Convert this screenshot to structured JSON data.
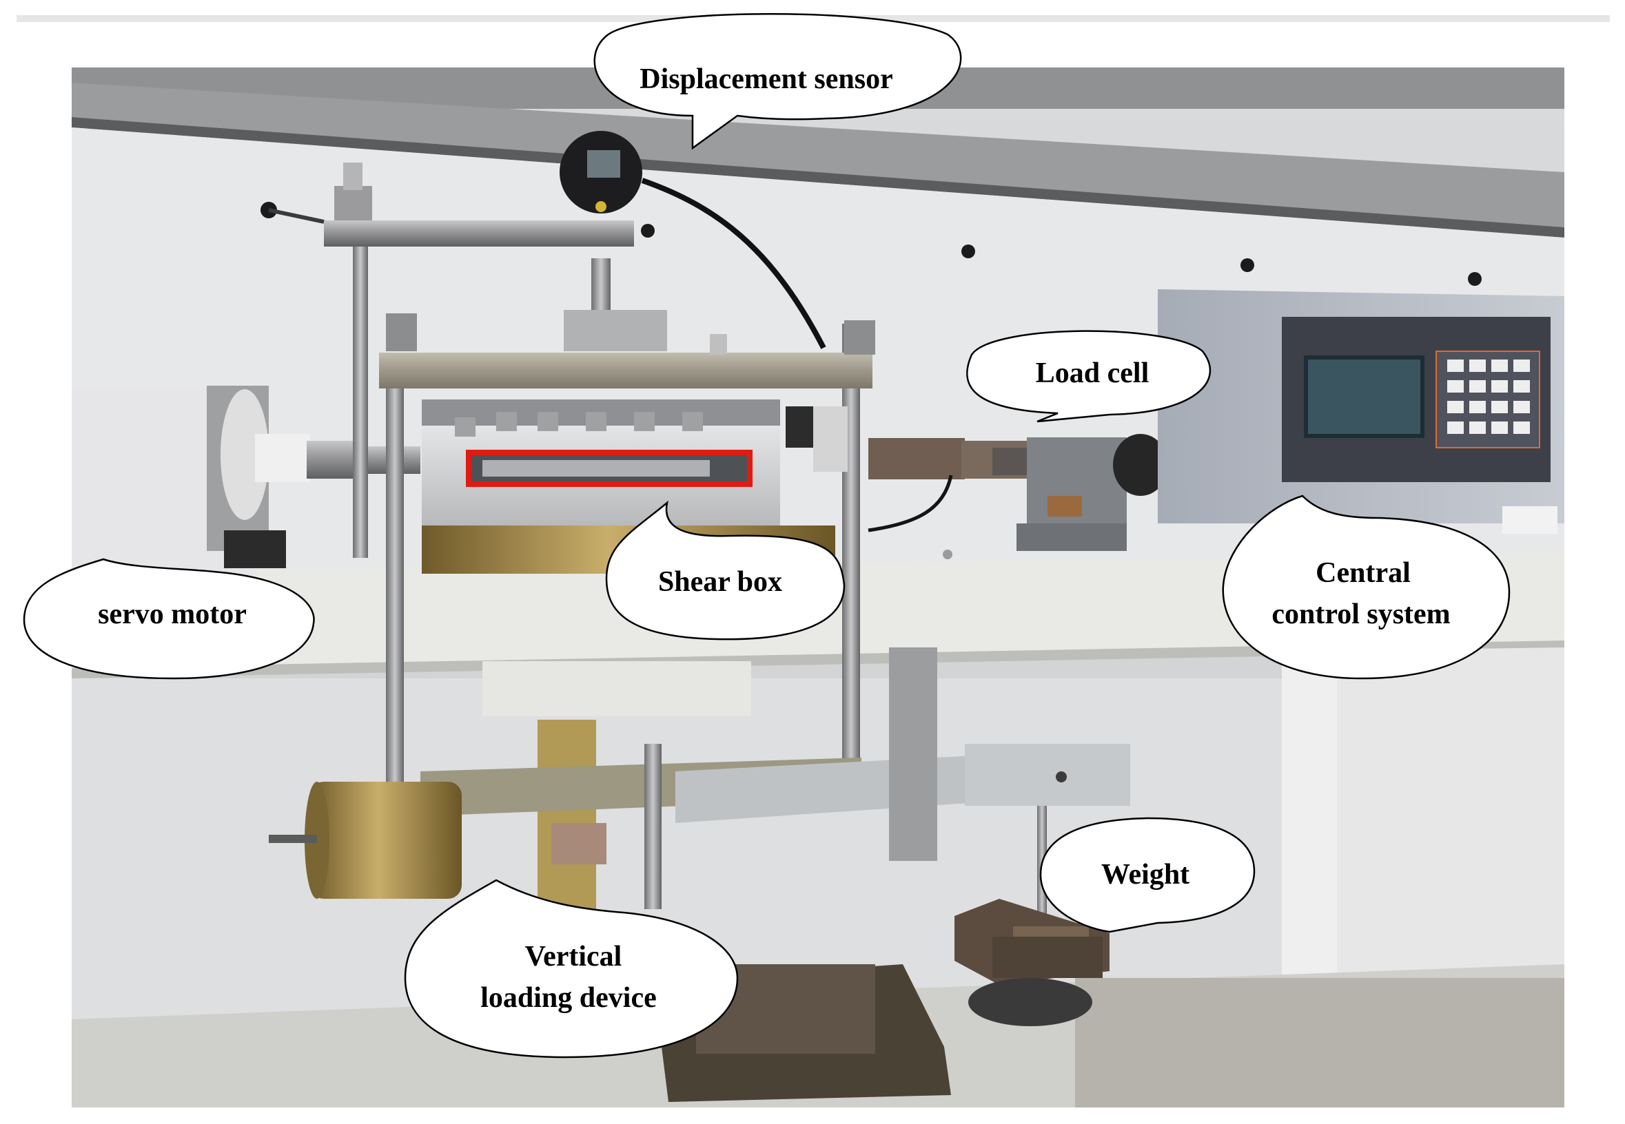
{
  "figure": {
    "callouts": {
      "displacement_sensor": "Displacement sensor",
      "load_cell": "Load cell",
      "shear_box": "Shear box",
      "servo_motor": "servo motor",
      "central_control_line1": "Central",
      "central_control_line2": "control system",
      "weight": "Weight",
      "vertical_loading_line1": "Vertical",
      "vertical_loading_line2": "loading device"
    },
    "colors": {
      "highlight_box": "#e01b12",
      "callout_fill": "#ffffff",
      "callout_stroke": "#000000",
      "panel_background": "#e8e8ea",
      "brass": "#b59a55"
    }
  }
}
